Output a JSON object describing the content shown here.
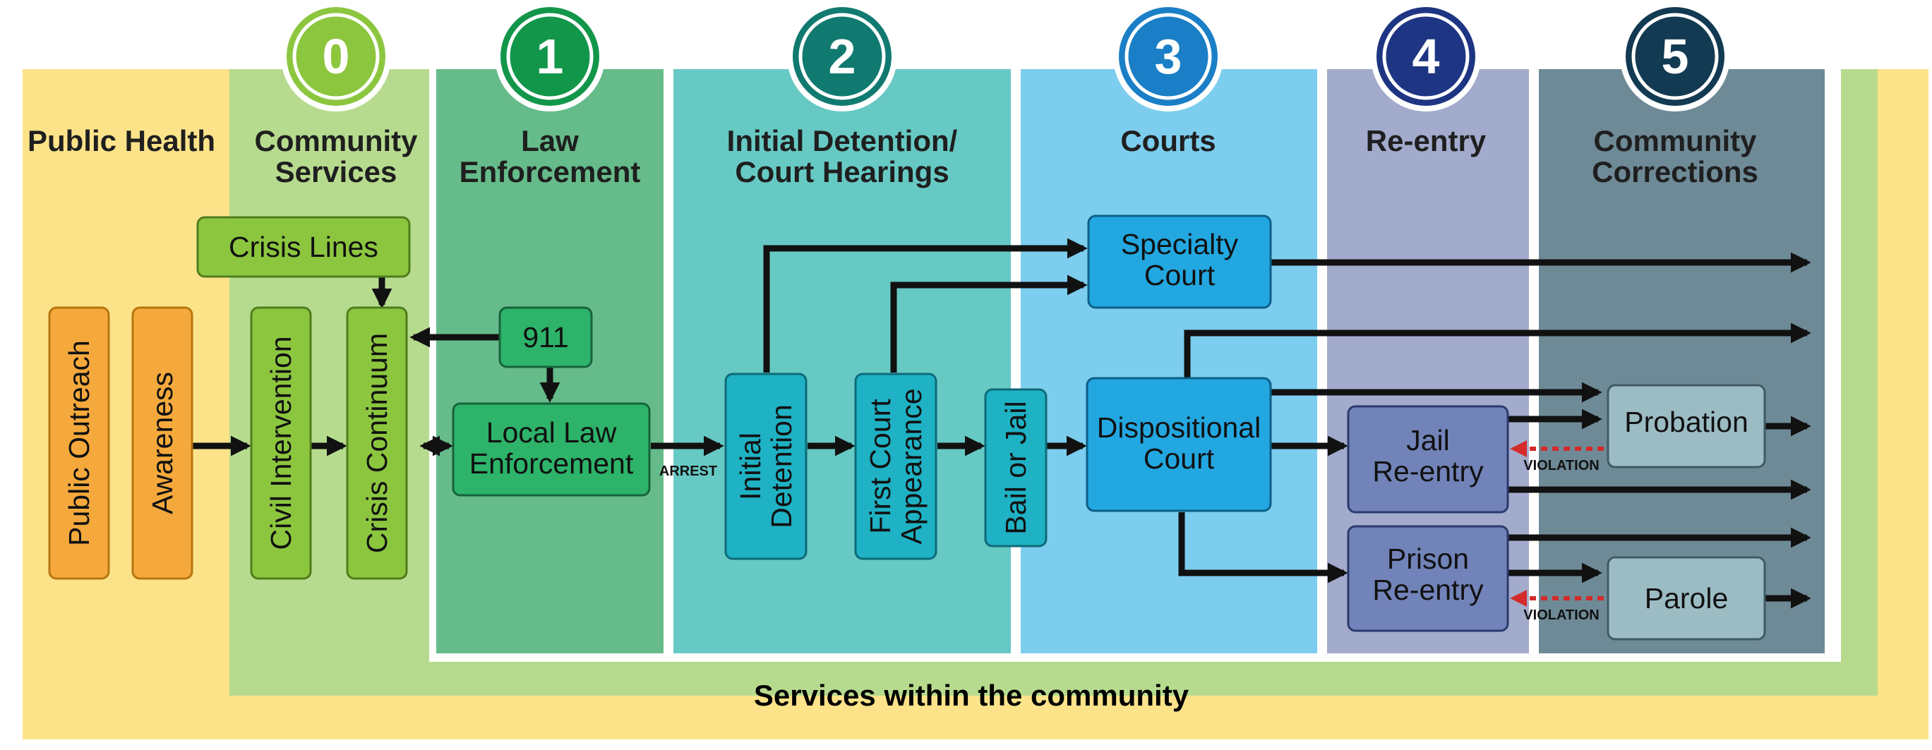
{
  "stages": [
    {
      "title": "Public Health",
      "color": "#fce38a"
    },
    {
      "badge": "0",
      "title": "Community Services",
      "color": "#b7db8e",
      "badge_color": "#8cc63f"
    },
    {
      "badge": "1",
      "title": "Law Enforcement",
      "color": "#66bb8a",
      "badge_color": "#12964a"
    },
    {
      "badge": "2",
      "title": "Initial Detention/ Court Hearings",
      "color": "#67c9c4",
      "badge_color": "#117a70"
    },
    {
      "badge": "3",
      "title": "Courts",
      "color": "#7ccdee",
      "badge_color": "#1a7fc6"
    },
    {
      "badge": "4",
      "title": "Re-entry",
      "color": "#a2abcc",
      "badge_color": "#1d3582"
    },
    {
      "badge": "5",
      "title": "Community Corrections",
      "color": "#6e8a96",
      "badge_color": "#123a52"
    }
  ],
  "boxes": {
    "public_outreach": "Public Outreach",
    "awareness": "Awareness",
    "crisis_lines": "Crisis Lines",
    "civil_intervention": "Civil Intervention",
    "crisis_continuum": "Crisis Continuum",
    "nine_one_one": "911",
    "local_law_enforcement": "Local Law Enforcement",
    "initial_detention": "Initial Detention",
    "first_court_appearance": "First Court Appearance",
    "bail_or_jail": "Bail or Jail",
    "specialty_court": "Specialty Court",
    "dispositional_court": "Dispositional Court",
    "jail_reentry": "Jail Re-entry",
    "prison_reentry": "Prison Re-entry",
    "probation": "Probation",
    "parole": "Parole"
  },
  "labels": {
    "arrest": "ARREST",
    "violation_top": "VIOLATION",
    "violation_bottom": "VIOLATION"
  },
  "footer": "Services within the community"
}
